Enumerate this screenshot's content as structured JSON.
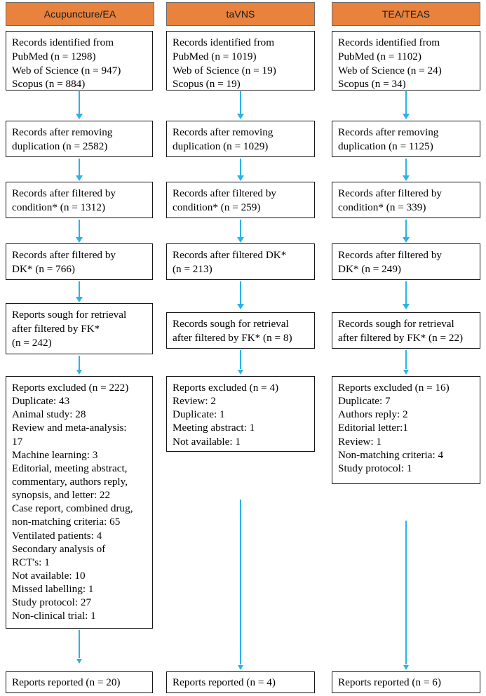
{
  "figure": {
    "type": "prisma-flow-diagram",
    "accent_orange": "#E8823C",
    "arrow_color": "#2BB2E8",
    "box_border": "#171717",
    "background": "#FFFFFF"
  },
  "columns": [
    {
      "id": "acupuncture",
      "header": "Acupuncture/EA",
      "boxes": {
        "identification": "Records identified from\n    PubMed (n = 1298)\n    Web of Science (n = 947)\n    Scopus (n = 884)",
        "deduplication": "Records after removing\nduplication (n = 2582)",
        "condition": "Records after filtered by\ncondition* (n = 1312)",
        "dk": "Records after filtered by\nDK* (n = 766)",
        "sought": "Reports sough for retrieval\nafter filtered by FK*\n(n = 242)",
        "excluded": "Reports excluded (n = 222)\nDuplicate: 43\nAnimal study: 28\nReview and meta-analysis:\n17\nMachine learning: 3\nEditorial, meeting abstract,\ncommentary, authors reply,\nsynopsis, and letter: 22\nCase report, combined drug,\nnon-matching criteria: 65\nVentilated patients: 4\nSecondary analysis of\nRCT's: 1\nNot available: 10\nMissed labelling: 1\nStudy protocol: 27\nNon-clinical trial: 1",
        "reported": "Reports reported (n = 20)"
      }
    },
    {
      "id": "tavns",
      "header": "taVNS",
      "boxes": {
        "identification": "Records identified from\n    PubMed (n = 1019)\n    Web of Science (n = 19)\n    Scopus (n = 19)",
        "deduplication": "Records after removing\nduplication (n = 1029)",
        "condition": "Records after filtered by\ncondition* (n = 259)",
        "dk": "Records after filtered DK*\n (n = 213)",
        "sought": "Records sough for retrieval\nafter filtered by FK* (n = 8)",
        "excluded": "Reports excluded (n = 4)\nReview: 2\nDuplicate: 1\nMeeting abstract: 1\nNot available: 1",
        "reported": "Reports reported (n = 4)"
      }
    },
    {
      "id": "tea-teas",
      "header": "TEA/TEAS",
      "boxes": {
        "identification": "Records identified from\n    PubMed (n = 1102)\n    Web of Science (n = 24)\n    Scopus (n = 34)",
        "deduplication": "Records after removing\nduplication (n = 1125)",
        "condition": "Records after filtered by\ncondition* (n = 339)",
        "dk": "Records after filtered by\nDK* (n = 249)",
        "sought": "Records sough for retrieval\nafter filtered by FK* (n = 22)",
        "excluded": "Reports excluded (n = 16)\nDuplicate: 7\nAuthors reply: 2\nEditorial letter:1\nReview: 1\nNon-matching criteria: 4\nStudy protocol: 1",
        "reported": "Reports reported (n = 6)"
      }
    }
  ],
  "chart_data": {
    "type": "table",
    "title": "PRISMA study selection flow",
    "categories": [
      "Acupuncture/EA",
      "taVNS",
      "TEA/TEAS"
    ],
    "stages": [
      "PubMed records",
      "Web of Science records",
      "Scopus records",
      "After removing duplication",
      "After filtered by condition*",
      "After filtered by DK*",
      "Sought for retrieval after filtered by FK*",
      "Reports excluded",
      "Reports reported"
    ],
    "series": [
      {
        "name": "Acupuncture/EA",
        "values": [
          1298,
          947,
          884,
          2582,
          1312,
          766,
          242,
          222,
          20
        ]
      },
      {
        "name": "taVNS",
        "values": [
          1019,
          19,
          19,
          1029,
          259,
          213,
          8,
          4,
          4
        ]
      },
      {
        "name": "TEA/TEAS",
        "values": [
          1102,
          24,
          34,
          1125,
          339,
          249,
          22,
          16,
          6
        ]
      }
    ],
    "exclusion_breakdown": {
      "Acupuncture/EA": [
        {
          "reason": "Duplicate",
          "count": 43
        },
        {
          "reason": "Animal study",
          "count": 28
        },
        {
          "reason": "Review and meta-analysis",
          "count": 17
        },
        {
          "reason": "Machine learning",
          "count": 3
        },
        {
          "reason": "Editorial, meeting abstract, commentary, authors reply, synopsis, and letter",
          "count": 22
        },
        {
          "reason": "Case report, combined drug, non-matching criteria",
          "count": 65
        },
        {
          "reason": "Ventilated patients",
          "count": 4
        },
        {
          "reason": "Secondary analysis of RCT's",
          "count": 1
        },
        {
          "reason": "Not available",
          "count": 10
        },
        {
          "reason": "Missed labelling",
          "count": 1
        },
        {
          "reason": "Study protocol",
          "count": 27
        },
        {
          "reason": "Non-clinical trial",
          "count": 1
        }
      ],
      "taVNS": [
        {
          "reason": "Review",
          "count": 2
        },
        {
          "reason": "Duplicate",
          "count": 1
        },
        {
          "reason": "Meeting abstract",
          "count": 1
        },
        {
          "reason": "Not available",
          "count": 1
        }
      ],
      "TEA/TEAS": [
        {
          "reason": "Duplicate",
          "count": 7
        },
        {
          "reason": "Authors reply",
          "count": 2
        },
        {
          "reason": "Editorial letter",
          "count": 1
        },
        {
          "reason": "Review",
          "count": 1
        },
        {
          "reason": "Non-matching criteria",
          "count": 4
        },
        {
          "reason": "Study protocol",
          "count": 1
        }
      ]
    }
  }
}
